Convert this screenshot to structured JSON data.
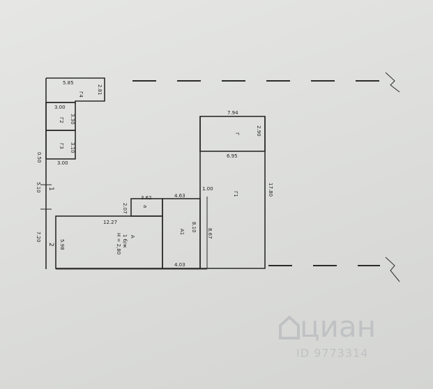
{
  "plan": {
    "rooms": {
      "g4": "Г4",
      "g2": "Г2",
      "g3": "Г3",
      "g": "Г",
      "g1": "Г1",
      "a": "а",
      "a1": "А1",
      "main_letter": "А",
      "main_type": "1 б/ж",
      "main_height": "H = 2,80"
    },
    "dims": {
      "g4_top": "5.85",
      "g4_side": "2.81",
      "g2_top": "3.00",
      "g2_side": "3.30",
      "g3_side": "3.10",
      "g3_bottom": "3.00",
      "small_left": "0.50",
      "g_top": "7.94",
      "g_side": "2.90",
      "g_bottom": "6.95",
      "g1_left": "1.00",
      "g1_right": "17.80",
      "g1_side": "8.67",
      "a_top": "3.62",
      "a_left": "2.07",
      "a1_top": "4.63",
      "a1_side": "8.10",
      "main_top": "12.27",
      "main_left": "5.98",
      "bottom": "4.03",
      "left_1": "5.10",
      "left_2": "7.20",
      "mark_1": "1",
      "mark_2": "2"
    }
  },
  "watermark": {
    "brand": "циан",
    "id": "ID 9773314"
  }
}
